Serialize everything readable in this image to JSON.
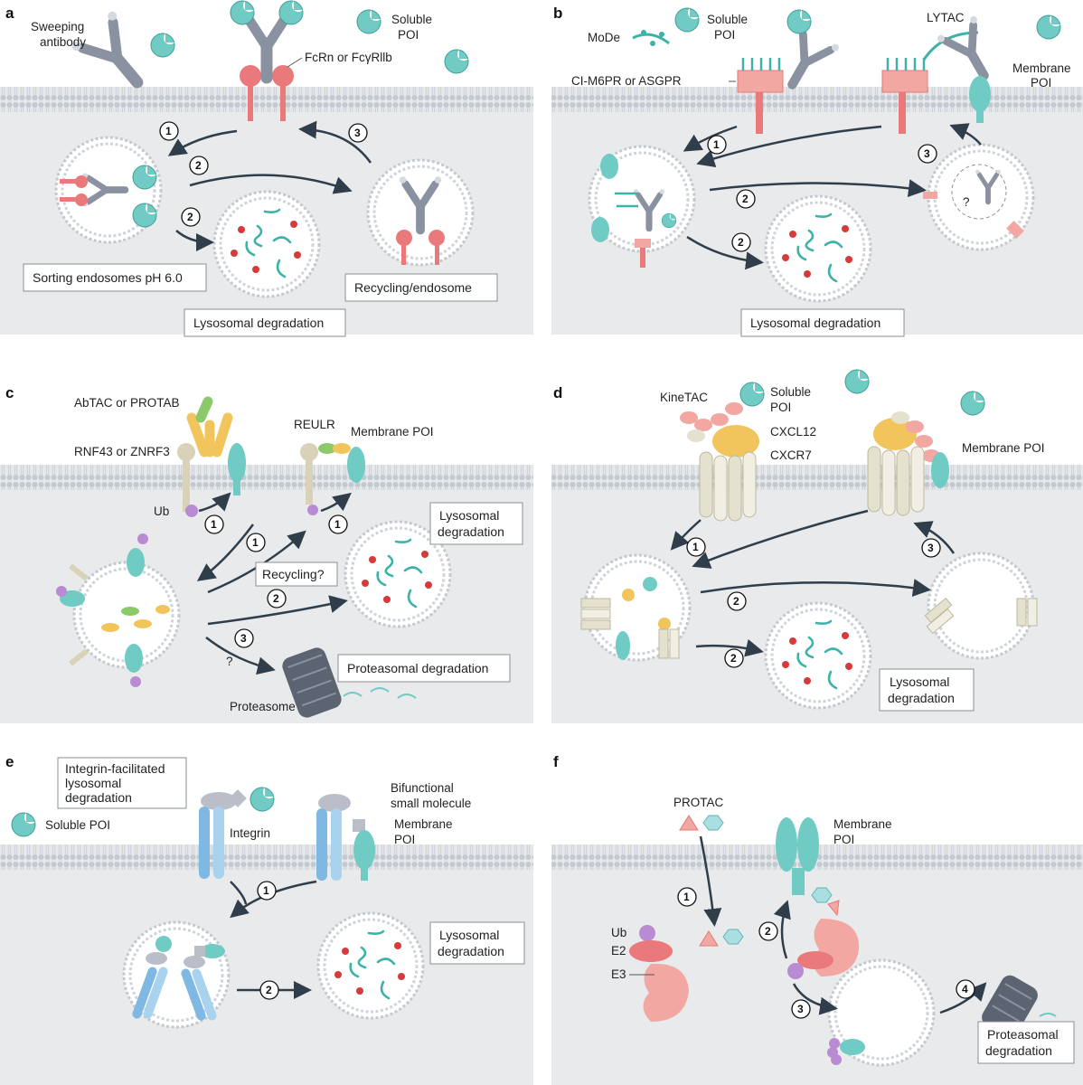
{
  "panels": {
    "a": {
      "letter": "a",
      "labels": {
        "sweeping_antibody_1": "Sweeping",
        "sweeping_antibody_2": "antibody",
        "receptor": "FcRn or FcγRllb",
        "soluble_poi_1": "Soluble",
        "soluble_poi_2": "POI"
      },
      "boxes": {
        "sorting": "Sorting endosomes pH 6.0",
        "recycling": "Recycling/endosome",
        "lysosomal": "Lysosomal degradation"
      },
      "steps": [
        "1",
        "2",
        "2",
        "3"
      ]
    },
    "b": {
      "letter": "b",
      "labels": {
        "mode": "MoDe",
        "soluble_poi_1": "Soluble",
        "soluble_poi_2": "POI",
        "lytac": "LYTAC",
        "receptor": "CI-M6PR or ASGPR",
        "membrane_poi_1": "Membrane",
        "membrane_poi_2": "POI",
        "question": "?"
      },
      "boxes": {
        "lysosomal": "Lysosomal degradation"
      },
      "steps": [
        "1",
        "2",
        "2",
        "3"
      ]
    },
    "c": {
      "letter": "c",
      "labels": {
        "abtac": "AbTAC or PROTAB",
        "rnf43": "RNF43 or ZNRF3",
        "reulr": "REULR",
        "membrane_poi": "Membrane POI",
        "ub": "Ub",
        "recycling": "Recycling?",
        "proteasome": "Proteasome",
        "question": "?"
      },
      "boxes": {
        "lysosomal_1": "Lysosomal",
        "lysosomal_2": "degradation",
        "proteasomal": "Proteasomal degradation"
      },
      "steps": [
        "1",
        "1",
        "1",
        "2",
        "3"
      ]
    },
    "d": {
      "letter": "d",
      "labels": {
        "kinetac": "KineTAC",
        "soluble_poi_1": "Soluble",
        "soluble_poi_2": "POI",
        "cxcl12": "CXCL12",
        "cxcr7": "CXCR7",
        "membrane_poi": "Membrane POI"
      },
      "boxes": {
        "lysosomal_1": "Lysosomal",
        "lysosomal_2": "degradation"
      },
      "steps": [
        "1",
        "2",
        "2",
        "3"
      ]
    },
    "e": {
      "letter": "e",
      "labels": {
        "soluble_poi": "Soluble POI",
        "integrin": "Integrin",
        "bifunctional_1": "Bifunctional",
        "bifunctional_2": "small molecule",
        "membrane_poi_1": "Membrane",
        "membrane_poi_2": "POI"
      },
      "boxes": {
        "ifld_1": "Integrin-facilitated",
        "ifld_2": "lysosomal",
        "ifld_3": "degradation",
        "lysosomal_1": "Lysosomal",
        "lysosomal_2": "degradation"
      },
      "steps": [
        "1",
        "2"
      ]
    },
    "f": {
      "letter": "f",
      "labels": {
        "protac": "PROTAC",
        "membrane_poi_1": "Membrane",
        "membrane_poi_2": "POI",
        "ub": "Ub",
        "e2": "E2",
        "e3": "E3"
      },
      "boxes": {
        "proteasomal_1": "Proteasomal",
        "proteasomal_2": "degradation"
      },
      "steps": [
        "1",
        "2",
        "3",
        "4"
      ]
    }
  },
  "colors": {
    "cytoplasm": "#e9eaeb",
    "membrane_head": "#c3c9d0",
    "teal_poi": "#6fcbc3",
    "receptor_red": "#e9797b",
    "antibody_grey": "#8a91a0",
    "arrow": "#2f3e4a",
    "lyso_red": "#d63a3a",
    "ub_purple": "#b98bd3",
    "integrin_blue": "#7eb8e3",
    "cxcl12_yellow": "#f2c55c"
  }
}
